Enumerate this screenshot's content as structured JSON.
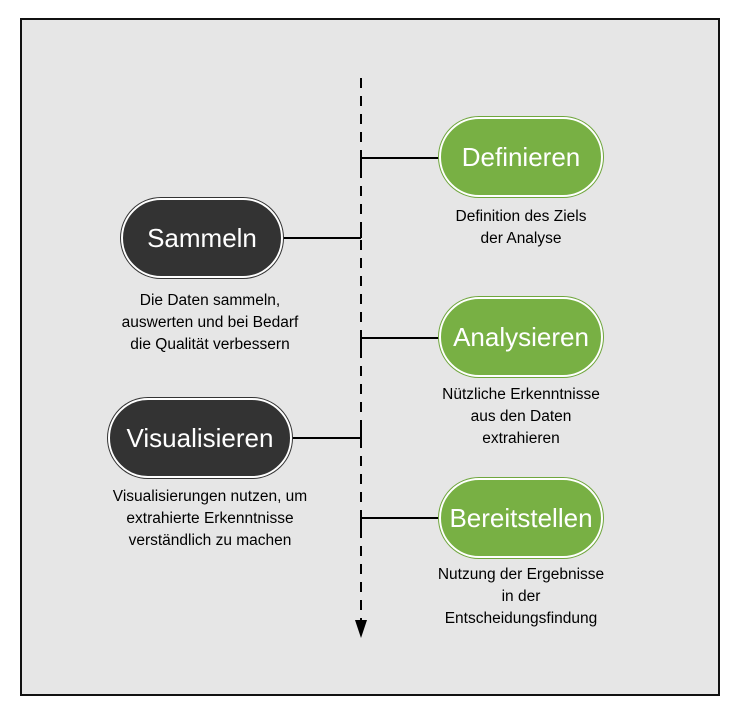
{
  "colors": {
    "background": "#e6e6e6",
    "dark_step": "#333333",
    "green_step": "#78b044",
    "line": "#000000"
  },
  "left_steps": [
    {
      "label": "Sammeln",
      "description": [
        "Die Daten sammeln,",
        "auswerten und bei Bedarf",
        "die Qualität verbessern"
      ]
    },
    {
      "label": "Visualisieren",
      "description": [
        "Visualisierungen nutzen, um",
        "extrahierte Erkenntnisse",
        "verständlich zu machen"
      ]
    }
  ],
  "right_steps": [
    {
      "label": "Definieren",
      "description": [
        "Definition des Ziels",
        "der Analyse"
      ]
    },
    {
      "label": "Analysieren",
      "description": [
        "Nützliche Erkenntnisse",
        "aus den Daten",
        "extrahieren"
      ]
    },
    {
      "label": "Bereitstellen",
      "description": [
        "Nutzung der Ergebnisse",
        "in der",
        "Entscheidungsfindung"
      ]
    }
  ]
}
